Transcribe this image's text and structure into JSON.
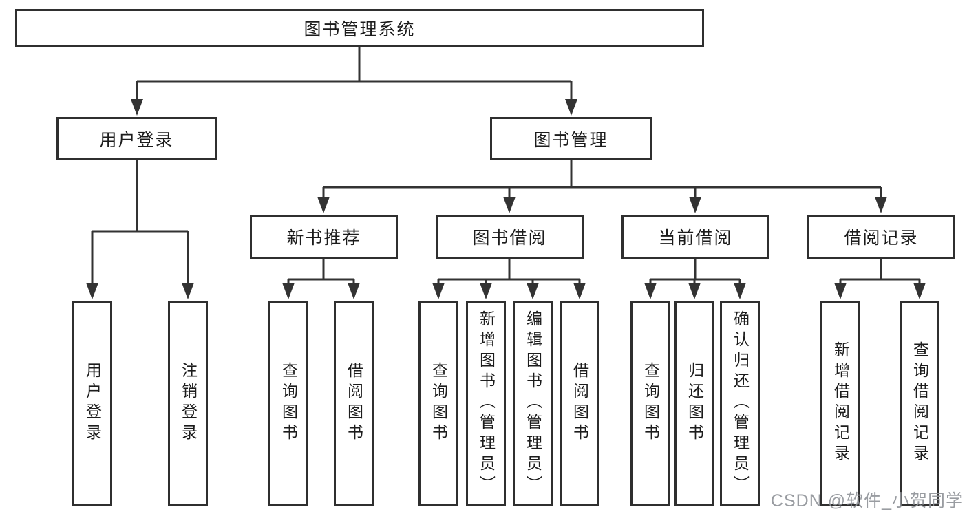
{
  "diagram": {
    "root": {
      "label": "图书管理系统"
    },
    "branches": [
      {
        "label": "用户登录",
        "leaves": [
          {
            "label": "用户登录"
          },
          {
            "label": "注销登录"
          }
        ]
      },
      {
        "label": "图书管理",
        "groups": [
          {
            "label": "新书推荐",
            "leaves": [
              {
                "label": "查询图书"
              },
              {
                "label": "借阅图书"
              }
            ]
          },
          {
            "label": "图书借阅",
            "leaves": [
              {
                "label": "查询图书"
              },
              {
                "label": "新增图书（管理员）"
              },
              {
                "label": "编辑图书（管理员）"
              },
              {
                "label": "借阅图书"
              }
            ]
          },
          {
            "label": "当前借阅",
            "leaves": [
              {
                "label": "查询图书"
              },
              {
                "label": "归还图书"
              },
              {
                "label": "确认归还（管理员）"
              }
            ]
          },
          {
            "label": "借阅记录",
            "leaves": [
              {
                "label": "新增借阅记录"
              },
              {
                "label": "查询借阅记录"
              }
            ]
          }
        ]
      }
    ]
  },
  "watermark": {
    "text": "CSDN @软件_小贺同学"
  },
  "colors": {
    "line": "#333333",
    "box_border": "#2f2f2f",
    "text": "#1c1c1c",
    "background": "#ffffff",
    "watermark": "#909499"
  }
}
